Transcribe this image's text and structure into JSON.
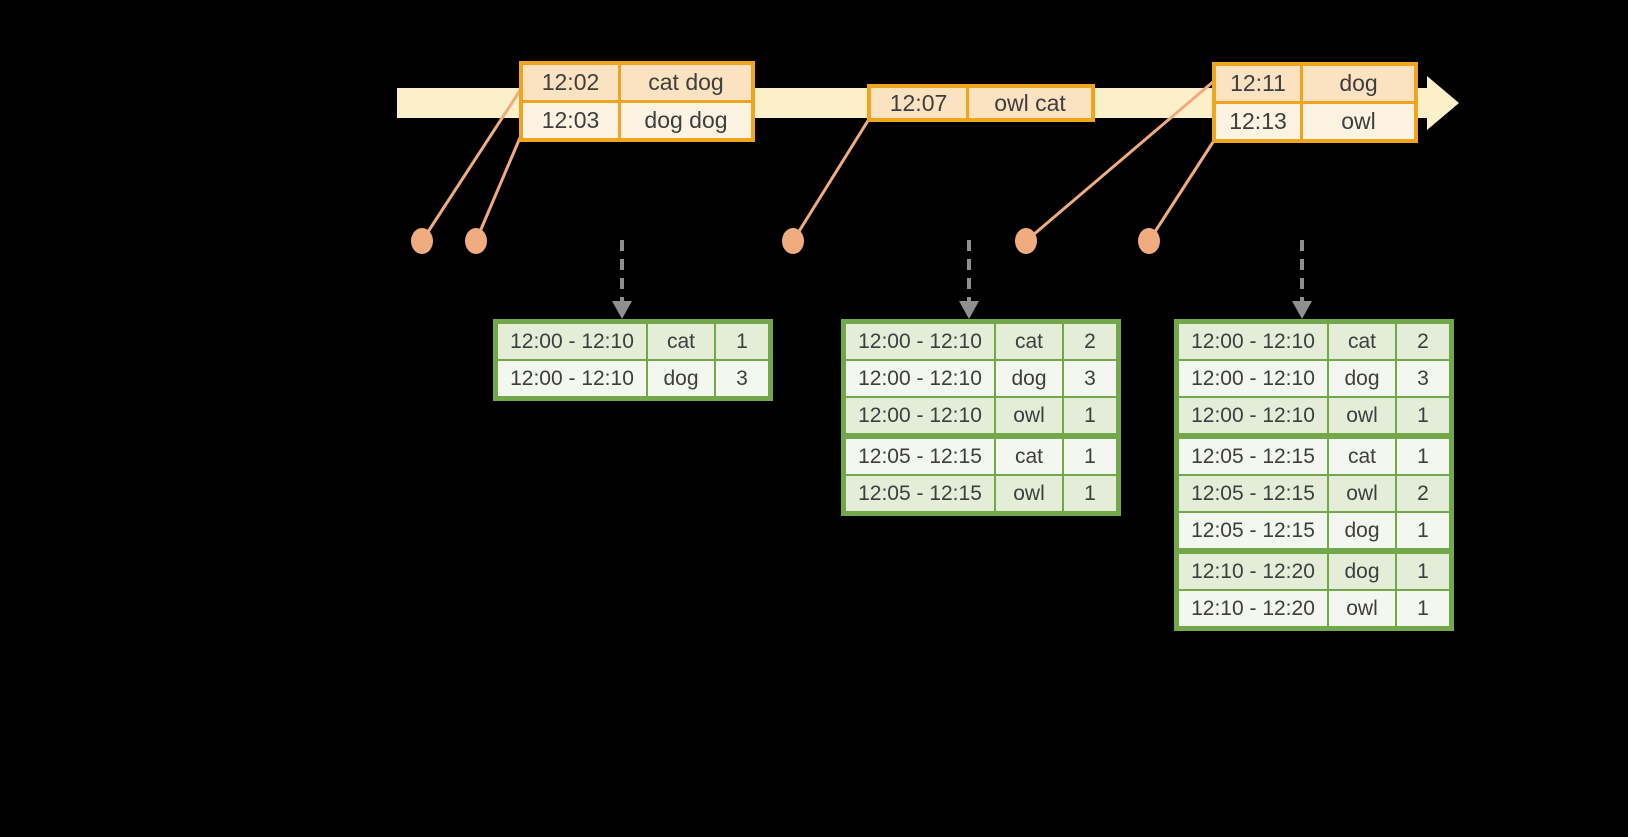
{
  "colors": {
    "background": "#000000",
    "timeline_fill": "#fcf0cb",
    "event_table_border": "#efa51f",
    "event_row_dark": "#fbe2c0",
    "event_row_light": "#fdf3e3",
    "connector_and_dots": "#f0ab7e",
    "trigger_arrow_gray": "#8f8f8f",
    "result_table_border": "#72a84a",
    "result_row_dark": "#e3edd8",
    "result_row_light": "#f3f7ef",
    "table_text": "#3e3e3e"
  },
  "input_tables": [
    {
      "rows": [
        [
          "12:02",
          "cat dog"
        ],
        [
          "12:03",
          "dog dog"
        ]
      ]
    },
    {
      "rows": [
        [
          "12:07",
          "owl cat"
        ]
      ]
    },
    {
      "rows": [
        [
          "12:11",
          "dog"
        ],
        [
          "12:13",
          "owl"
        ]
      ]
    }
  ],
  "result_tables": [
    {
      "rows": [
        [
          "12:00 - 12:10",
          "cat",
          "1"
        ],
        [
          "12:00 - 12:10",
          "dog",
          "3"
        ]
      ]
    },
    {
      "rows": [
        [
          "12:00 - 12:10",
          "cat",
          "2"
        ],
        [
          "12:00 - 12:10",
          "dog",
          "3"
        ],
        [
          "12:00 - 12:10",
          "owl",
          "1"
        ],
        [
          "12:05 - 12:15",
          "cat",
          "1"
        ],
        [
          "12:05 - 12:15",
          "owl",
          "1"
        ]
      ]
    },
    {
      "rows": [
        [
          "12:00 - 12:10",
          "cat",
          "2"
        ],
        [
          "12:00 - 12:10",
          "dog",
          "3"
        ],
        [
          "12:00 - 12:10",
          "owl",
          "1"
        ],
        [
          "12:05 - 12:15",
          "cat",
          "1"
        ],
        [
          "12:05 - 12:15",
          "owl",
          "2"
        ],
        [
          "12:05 - 12:15",
          "dog",
          "1"
        ],
        [
          "12:10 - 12:20",
          "dog",
          "1"
        ],
        [
          "12:10 - 12:20",
          "owl",
          "1"
        ]
      ]
    }
  ]
}
